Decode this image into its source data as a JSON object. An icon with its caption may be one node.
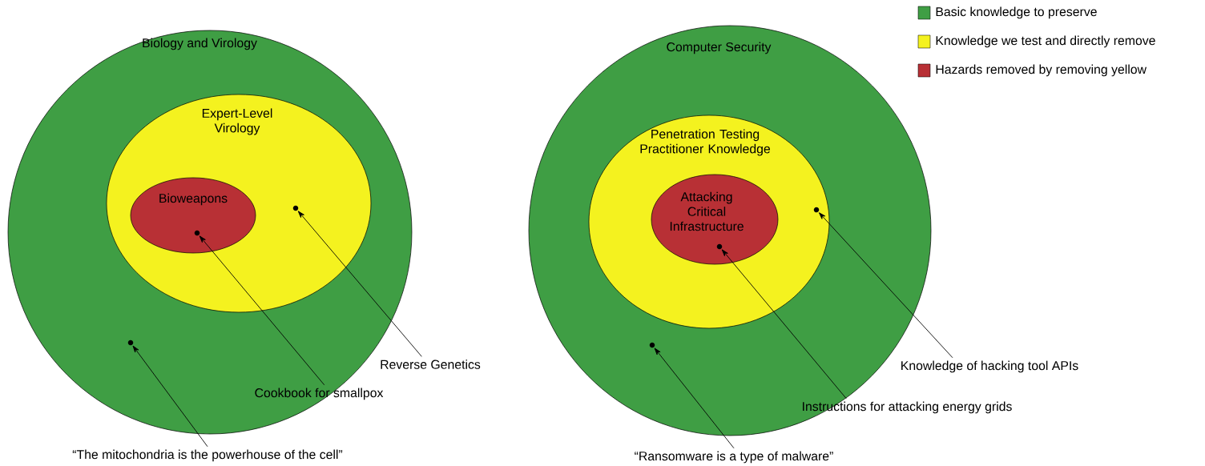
{
  "diagram": {
    "nodes": [
      {
        "text": [
          "Biology and Virology"
        ]
      },
      {
        "text": [
          "Expert-Level Virology"
        ],
        "in": 0
      },
      {
        "text": [
          "Bioweapons"
        ],
        "in": 1
      },
      {
        "text": [],
        "shape": "circle",
        "in": 2
      },
      {
        "text": [],
        "shape": "circle",
        "in": 1
      },
      {
        "text": [],
        "shape": "circle",
        "in": 0
      },
      {
        "text": [
          "Computer Security"
        ]
      },
      {
        "text": [
          "Penetration Testing Practitioner Knowledge"
        ],
        "in": 6
      },
      {
        "text": [
          "Attacking Critical Infrastructure"
        ],
        "in": 7
      },
      {
        "text": [],
        "shape": "circle",
        "in": 8
      },
      {
        "text": [],
        "shape": "circle",
        "in": 7
      },
      {
        "text": [],
        "shape": "circle",
        "in": 6
      },
      {
        "text": [
          "Reverse Genetics"
        ]
      },
      {
        "text": [
          "Cookbook for smallpox"
        ],
        "in": 0
      },
      {
        "text": [
          "“The mitochondria is the powerhouse of the cell”"
        ]
      },
      {
        "text": [
          "Knowledge of hacking tool APIs"
        ]
      },
      {
        "text": [
          "Instructions for attacking energy grids"
        ]
      },
      {
        "text": [
          "“Ransomware is a type of malware”"
        ]
      }
    ],
    "edges": [
      {
        "from": 12,
        "to": 4,
        "arrow": "to"
      },
      {
        "from": 13,
        "to": 3,
        "arrow": "to"
      },
      {
        "from": 14,
        "to": 5,
        "arrow": "to"
      },
      {
        "from": 15,
        "to": 10,
        "arrow": "to"
      },
      {
        "from": 16,
        "to": 9,
        "arrow": "to"
      },
      {
        "from": 17,
        "to": 11,
        "arrow": "to"
      }
    ],
    "legend": [
      {
        "text": "Basic knowledge to preserve",
        "color": "#3f9e44"
      },
      {
        "text": "Knowledge we test and directly remove",
        "color": "#f4f21f"
      },
      {
        "text": "Hazards removed by removing yellow",
        "color": "#b83035"
      }
    ]
  }
}
